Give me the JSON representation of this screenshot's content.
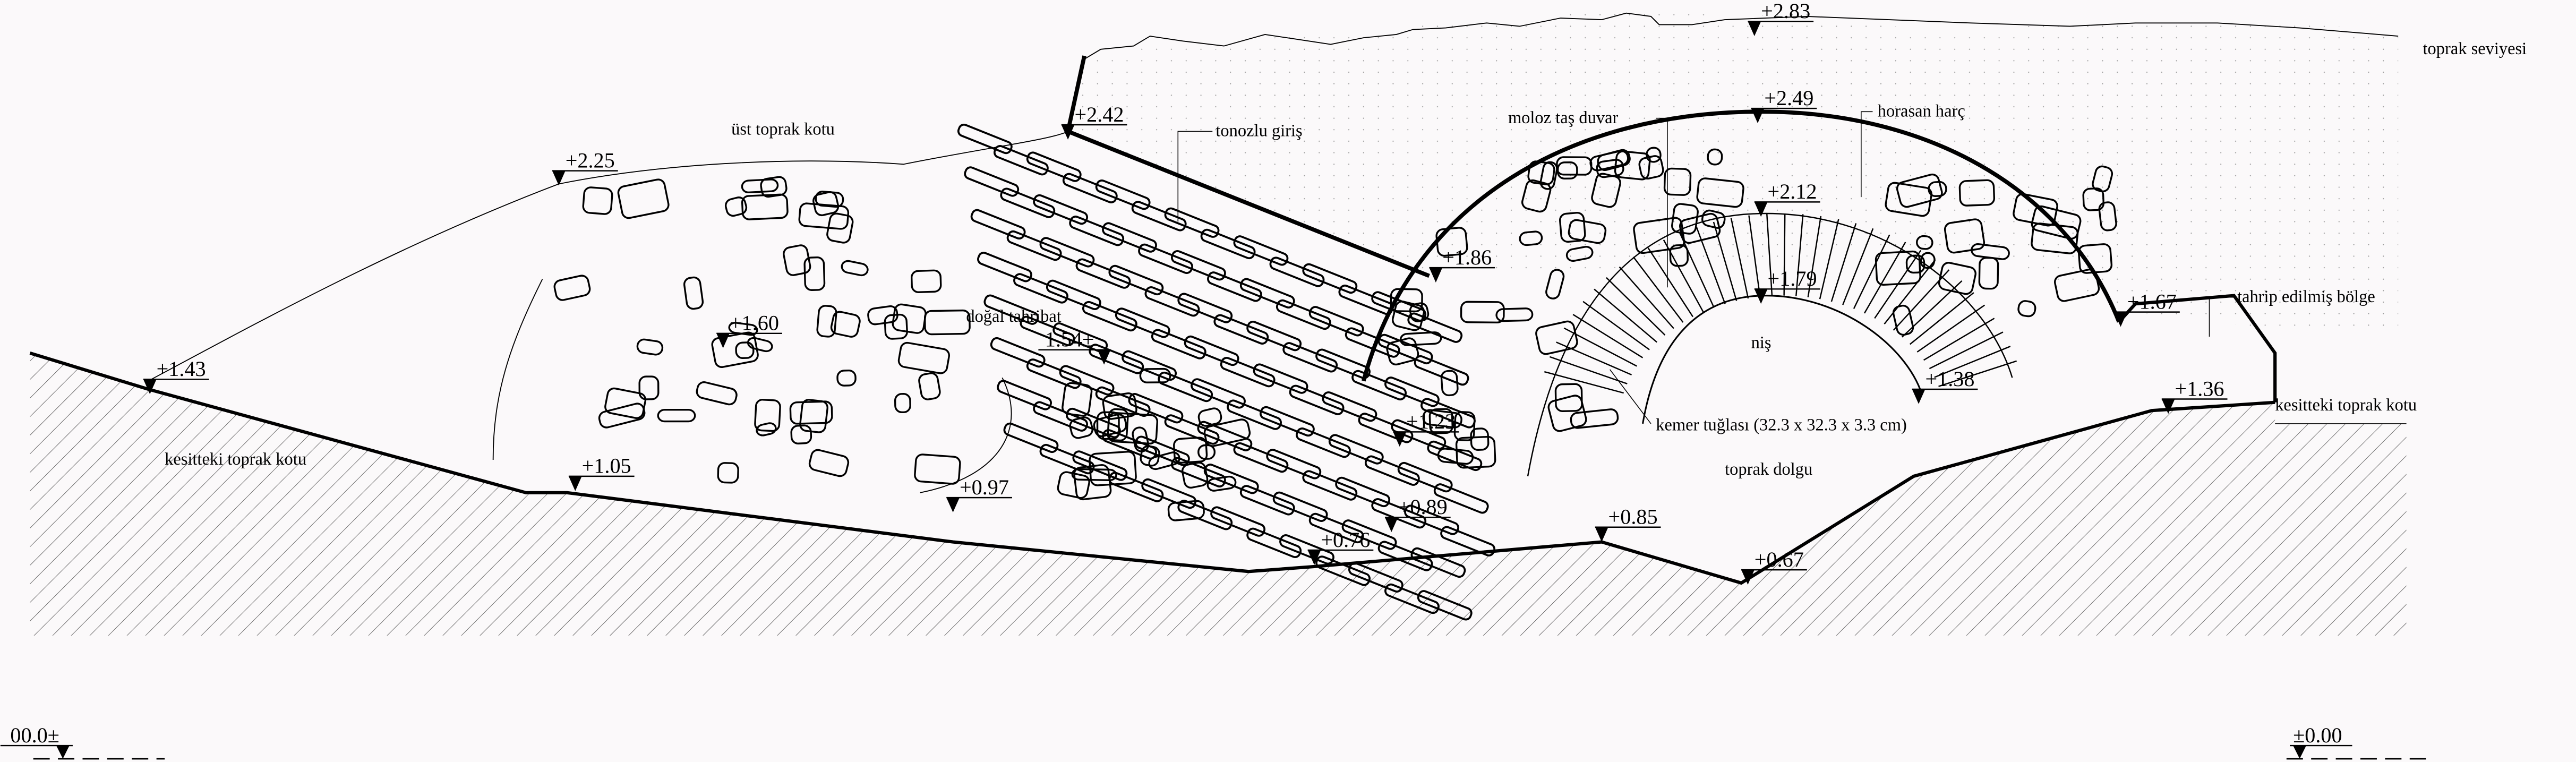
{
  "title": "Kesit çizimi",
  "colors": {
    "ink": "#000000",
    "paper": "#fbf9fa"
  },
  "labels": {
    "toprak_seviyesi": "toprak seviyesi",
    "ust_toprak_kotu": "üst toprak kotu",
    "tonozlu_giris": "tonozlu giriş",
    "moloz_tas_duvar": "moloz taş duvar",
    "horasan_harc": "horasan harç",
    "tahrip_edilmis_bolge": "tahrip edilmiş bölge",
    "dogal_tahribat": "doğal tahribat",
    "nis": "niş",
    "kemer_tuglasi": "kemer tuğlası (32.3 x 32.3 x 3.3 cm)",
    "toprak_dolgu": "toprak dolgu",
    "kesitteki_toprak_kotu_left": "kesitteki toprak kotu",
    "kesitteki_toprak_kotu_right": "kesitteki toprak kotu"
  },
  "levels": {
    "l283": "+2.83",
    "l249": "+2.49",
    "l242": "+2.42",
    "l225": "+2.25",
    "l212": "+2.12",
    "l186": "+1.86",
    "l179": "+1.79",
    "l167": "+1.67",
    "l160": "+1.60",
    "l154": "1.54±",
    "l143": "+1.43",
    "l138": "+1.38",
    "l136": "+1.36",
    "l123": "+1.23",
    "l105": "+1.05",
    "l097": "+0.97",
    "l089": "+0.89",
    "l085": "+0.85",
    "l076": "+0.76",
    "l067": "+0.67",
    "datum_left": "00.0±",
    "datum_right": "±0.00"
  }
}
